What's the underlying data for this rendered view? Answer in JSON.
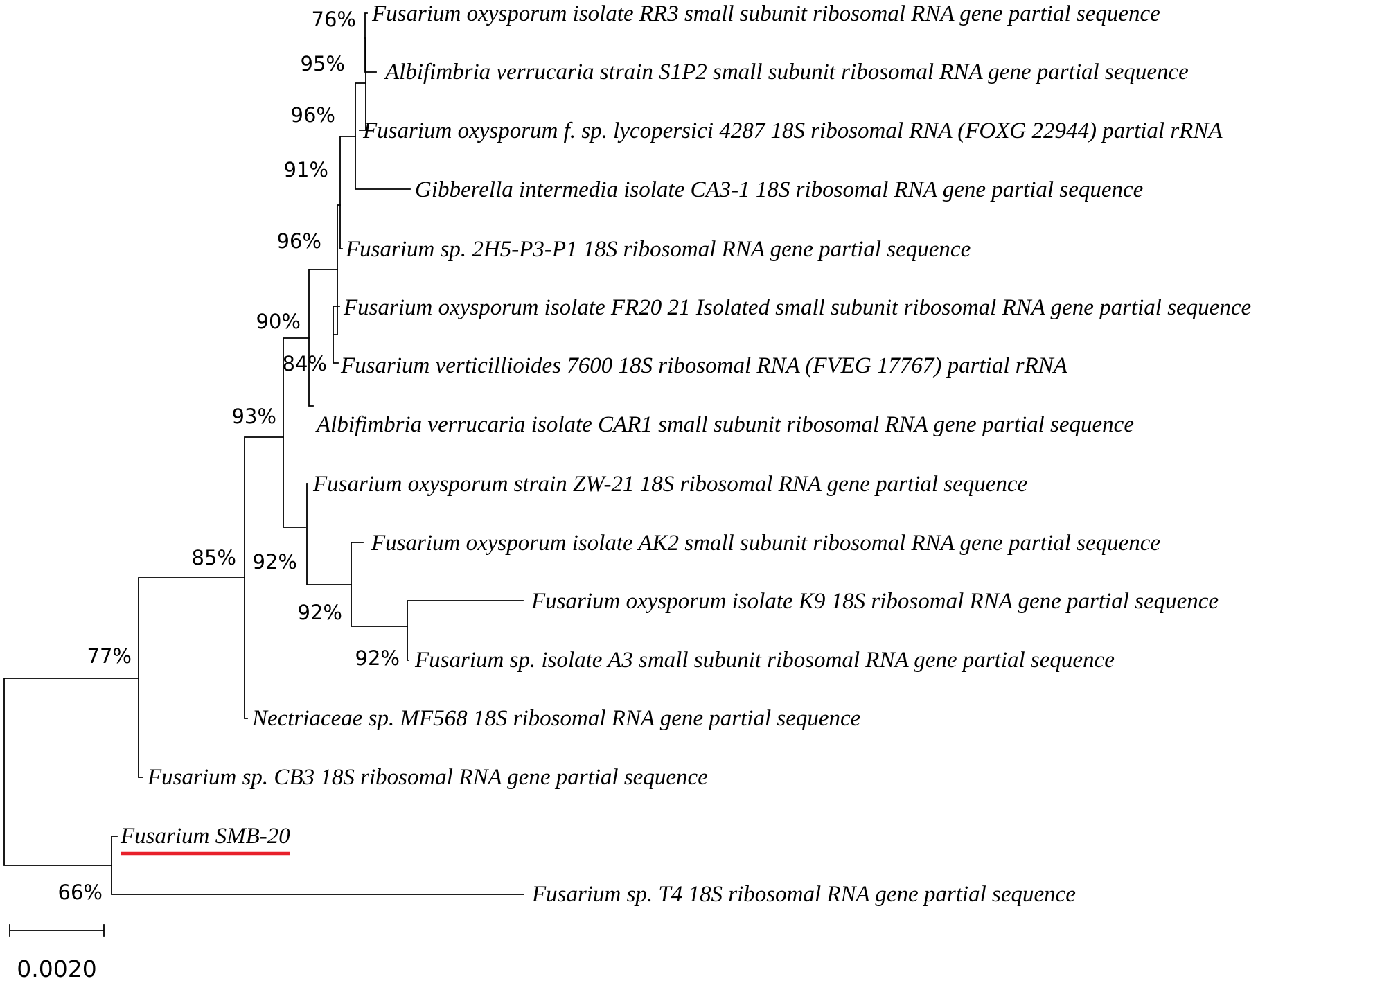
{
  "taxa": [
    "Fusarium oxysporum isolate RR3 small subunit ribosomal RNA gene partial sequence",
    "Albifimbria verrucaria strain S1P2 small subunit ribosomal RNA gene partial sequence",
    "Fusarium oxysporum f. sp. lycopersici 4287 18S ribosomal RNA (FOXG 22944) partial rRNA",
    "Gibberella intermedia isolate CA3-1 18S ribosomal RNA gene partial sequence",
    "Fusarium sp. 2H5-P3-P1 18S ribosomal RNA gene partial sequence",
    "Fusarium oxysporum isolate FR20 21 Isolated small subunit ribosomal RNA gene partial sequence",
    "Fusarium verticillioides 7600 18S ribosomal RNA (FVEG 17767) partial rRNA",
    "Albifimbria verrucaria isolate CAR1 small subunit ribosomal RNA gene partial sequence",
    "Fusarium oxysporum strain ZW-21 18S ribosomal RNA gene partial sequence",
    "Fusarium oxysporum isolate AK2 small subunit ribosomal RNA gene partial sequence",
    "Fusarium oxysporum isolate K9 18S ribosomal RNA gene partial sequence",
    "Fusarium sp. isolate A3 small subunit ribosomal RNA gene partial sequence",
    "Nectriaceae sp. MF568 18S ribosomal RNA gene partial sequence",
    "Fusarium sp. CB3 18S ribosomal RNA gene partial sequence",
    "Fusarium SMB-20",
    "Fusarium sp. T4 18S ribosomal RNA gene partial sequence"
  ],
  "highlighted_taxon": "Fusarium SMB-20",
  "highlight_color": "#e8202a",
  "bootstrap": {
    "rr3_s1p2": "76%",
    "lyco_clade": "95%",
    "gibberella_clade": "96%",
    "h5_clade": "91%",
    "car1_clade": "96%",
    "fr20_fveg": "84%",
    "big_clade": "90%",
    "zw21_clade": "92%",
    "ak2_clade": "92%",
    "k9_a3": "92%",
    "nectriaceae_clade": "93%",
    "cb3_clade": "85%",
    "main_clade": "77%",
    "smb_t4": "66%"
  },
  "scale_bar": {
    "label": "0.0020"
  }
}
